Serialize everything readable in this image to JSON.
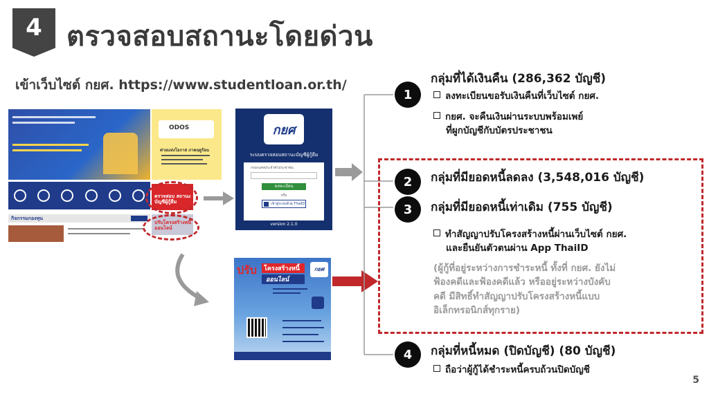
{
  "header": {
    "number": "4",
    "title": "ตรวจสอบสถานะโดยด่วน",
    "subtitle": "เข้าเว็บไซต์ กยศ. https://www.studentloan.or.th/"
  },
  "website": {
    "side_title": "ODOS",
    "side_sub": "ค่ายแห่งโอกาส ภาคฤดูร้อน",
    "red_button": "ตรวจสอบ สถานะบัญชีผู้กู้ยืม",
    "online_button": "ปรับโครงสร้างหนี้ ออนไลน์",
    "news_label": "กิจกรรมกองทุน"
  },
  "login": {
    "logo": "กยศ",
    "header": "ระบบตรวจสอบสถานะบัญชีผู้กู้ยืม",
    "field_label": "กรอกเลขประจำตัวประชาชน",
    "register_button": "ลงทะเบียน",
    "or": "หรือ",
    "thaid_button": "เข้าสู่ระบบด้วย ThaiID",
    "version": "version 2.1.0"
  },
  "poster": {
    "prap": "ปรับ",
    "kong": "โครงสร้างหนี้",
    "online": "ออนไลน์",
    "logo": "กยศ"
  },
  "groups": [
    {
      "number": "1",
      "title": "กลุ่มที่ได้เงินคืน (286,362 บัญชี)",
      "bullets": [
        [
          "ลงทะเบียนขอรับเงินคืนที่เว็บไซต์ กยศ."
        ],
        [
          "กยศ. จะคืนเงินผ่านระบบพร้อมเพย์",
          "ที่ผูกบัญชีกับบัตรประชาชน"
        ]
      ]
    },
    {
      "number": "2",
      "title": "กลุ่มที่มียอดหนี้ลดลง (3,548,016 บัญชี)"
    },
    {
      "number": "3",
      "title": "กลุ่มที่มียอดหนี้เท่าเดิม (755 บัญชี)",
      "bullets": [
        [
          "ทำสัญญาปรับโครงสร้างหนี้ผ่านเว็บไซต์ กยศ.",
          "และยืนยันตัวตนผ่าน App ThaiID"
        ]
      ],
      "note": [
        "(ผู้กู้ที่อยู่ระหว่างการชำระหนี้ ทั้งที่ กยศ. ยังไม่",
        "ฟ้องคดีและฟ้องคดีแล้ว หรืออยู่ระหว่างบังคับ",
        "คดี มีสิทธิ์ทำสัญญาปรับโครงสร้างหนี้แบบ",
        "อิเล็กทรอนิกส์ทุกราย)"
      ]
    },
    {
      "number": "4",
      "title": "กลุ่มที่หนี้หมด (ปิดบัญชี) (80 บัญชี)",
      "bullets": [
        [
          "ถือว่าผู้กู้ได้ชำระหนี้ครบถ้วนปิดบัญชี"
        ]
      ]
    }
  ],
  "page_number": "5",
  "colors": {
    "accent_red": "#c0282c",
    "navy": "#15306e",
    "badge_gray": "#444444"
  }
}
